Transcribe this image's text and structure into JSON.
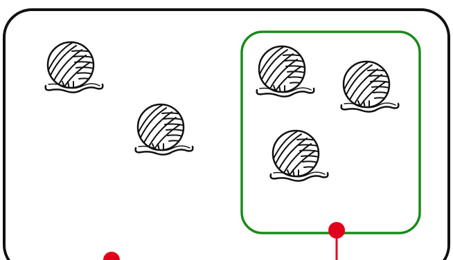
{
  "diagram": {
    "colors": {
      "outline": "#111111",
      "group_border": "#1a8a1a",
      "marker": "#e0001b",
      "background": "#ffffff"
    },
    "items": {
      "icon": "yarn-ball-icon",
      "total_count": 5,
      "outside_group_count": 2,
      "inside_group_count": 3
    },
    "markers": [
      {
        "name": "group-marker",
        "attached_to": "green-group-box"
      },
      {
        "name": "outer-marker",
        "attached_to": "outer-box"
      }
    ]
  }
}
